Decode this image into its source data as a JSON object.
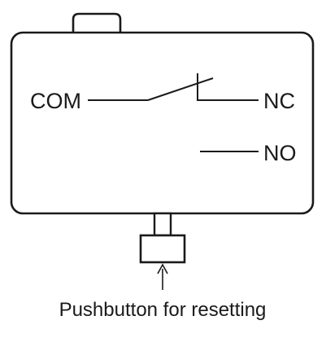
{
  "diagram": {
    "terminals": {
      "com": "COM",
      "nc": "NC",
      "no": "NO"
    },
    "caption": "Pushbutton for resetting",
    "stroke_color": "#1a1a1a",
    "background_color": "#ffffff"
  }
}
